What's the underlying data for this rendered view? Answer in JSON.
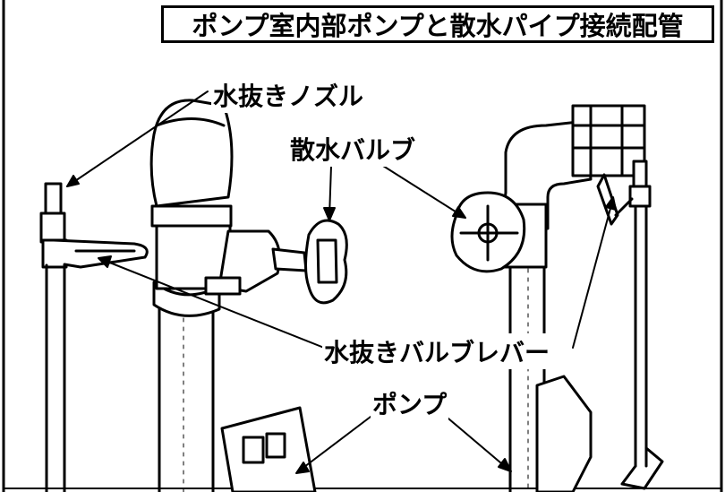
{
  "title": "ポンプ室内部ポンプと散水パイプ接続配管",
  "labels": {
    "drain_nozzle": "水抜きノズル",
    "sprinkler_valve": "散水バルブ",
    "drain_valve_lever": "水抜きバルブレバー",
    "pump": "ポンプ"
  },
  "colors": {
    "line": "#000000",
    "background": "#ffffff"
  }
}
